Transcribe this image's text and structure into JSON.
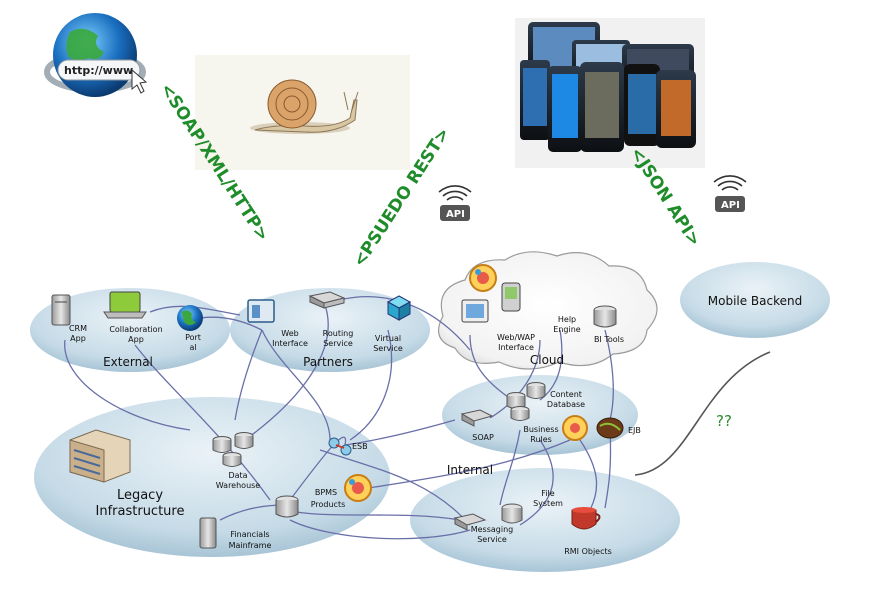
{
  "labels": {
    "soap_xml_http": "<SOAP/XML/HTTP>",
    "psuedo_rest": "<PSUEDO REST>",
    "json_api": "<JSON API>",
    "api_badge_1": "API",
    "api_badge_2": "API",
    "globe_url": "http://www",
    "mobile_backend": "Mobile Backend",
    "question": "??"
  },
  "zones": {
    "external": "External",
    "partners": "Partners",
    "cloud": "Cloud",
    "internal": "Internal",
    "legacy_1": "Legacy",
    "legacy_2": "Infrastructure"
  },
  "nodes": {
    "crm_1": "CRM",
    "crm_2": "App",
    "collab_1": "Collaboration",
    "collab_2": "App",
    "portal_1": "Port",
    "portal_2": "al",
    "web_interface_1": "Web",
    "web_interface_2": "Interface",
    "routing_1": "Routing",
    "routing_2": "Service",
    "virtual_1": "Virtual",
    "virtual_2": "Service",
    "webwap_1": "Web/WAP",
    "webwap_2": "Interface",
    "help_1": "Help",
    "help_2": "Engine",
    "bi_tools": "BI Tools",
    "content_1": "Content",
    "content_2": "Database",
    "soap": "SOAP",
    "business_1": "Business",
    "business_2": "Rules",
    "ejb": "EJB",
    "esb": "ESB",
    "data_wh_1": "Data",
    "data_wh_2": "Warehouse",
    "bpms_1": "BPMS",
    "bpms_2": "Products",
    "file_1": "File",
    "file_2": "System",
    "financials_1": "Financials",
    "financials_2": "Mainframe",
    "messaging_1": "Messaging",
    "messaging_2": "Service",
    "rmi": "RMI Objects"
  },
  "colors": {
    "green_label": "#1f8c2a",
    "zone_fill": "#c9dde9",
    "connector": "#6a6fa8"
  }
}
